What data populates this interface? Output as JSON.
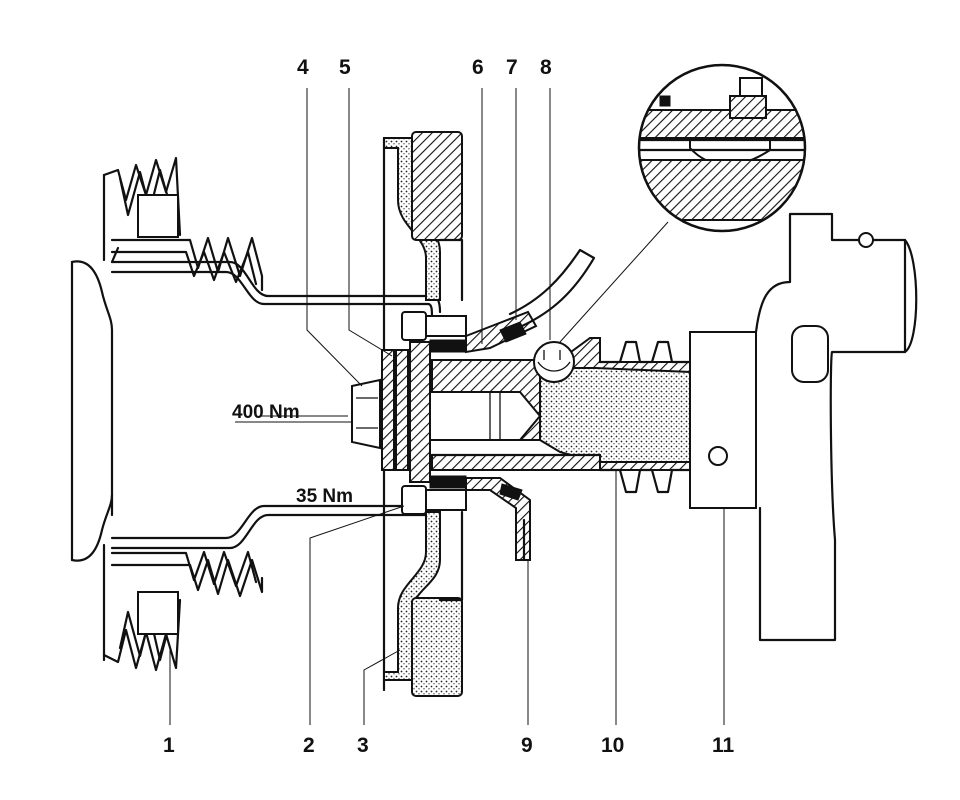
{
  "callouts": {
    "c1": "1",
    "c2": "2",
    "c3": "3",
    "c4": "4",
    "c5": "5",
    "c6": "6",
    "c7": "7",
    "c8": "8",
    "c9": "9",
    "c10": "10",
    "c11": "11"
  },
  "torque": {
    "bolt": "400 Nm",
    "screws": "35 Nm"
  },
  "colors": {
    "ink": "#111111",
    "paper": "#ffffff"
  }
}
